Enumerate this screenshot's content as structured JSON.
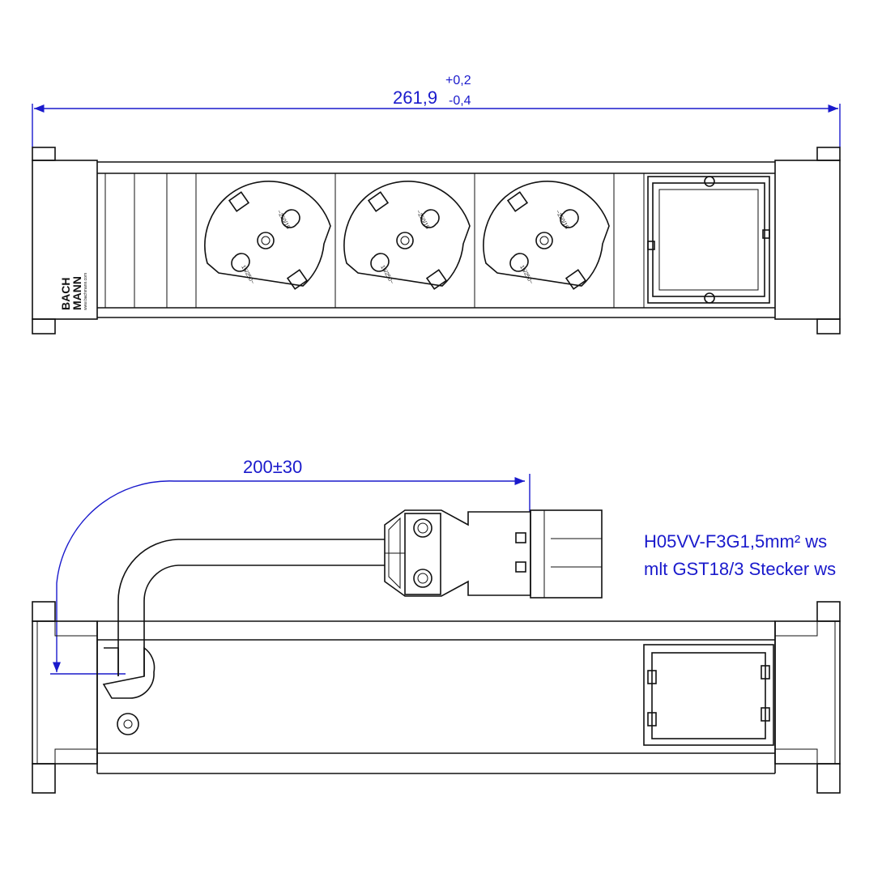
{
  "top_view": {
    "dimension": {
      "nominal": "261,9",
      "tol_upper": "+0,2",
      "tol_lower": "-0,4"
    },
    "brand": {
      "line1": "BACH",
      "line2": "MANN",
      "url": "www.bachmann.com"
    },
    "sockets": [
      {
        "rating_left": "16/250~",
        "rating_right": "~250/16"
      },
      {
        "rating_left": "16/250~",
        "rating_right": "~250/16"
      },
      {
        "rating_left": "16/250~",
        "rating_right": "~250/16"
      }
    ]
  },
  "side_view": {
    "cable_length": "200±30",
    "cable_spec": {
      "line1": "H05VV-F3G1,5mm² ws",
      "line2": "mlt GST18/3  Stecker ws"
    }
  },
  "colors": {
    "dimension": "#1a1acc",
    "lines": "#111111"
  }
}
